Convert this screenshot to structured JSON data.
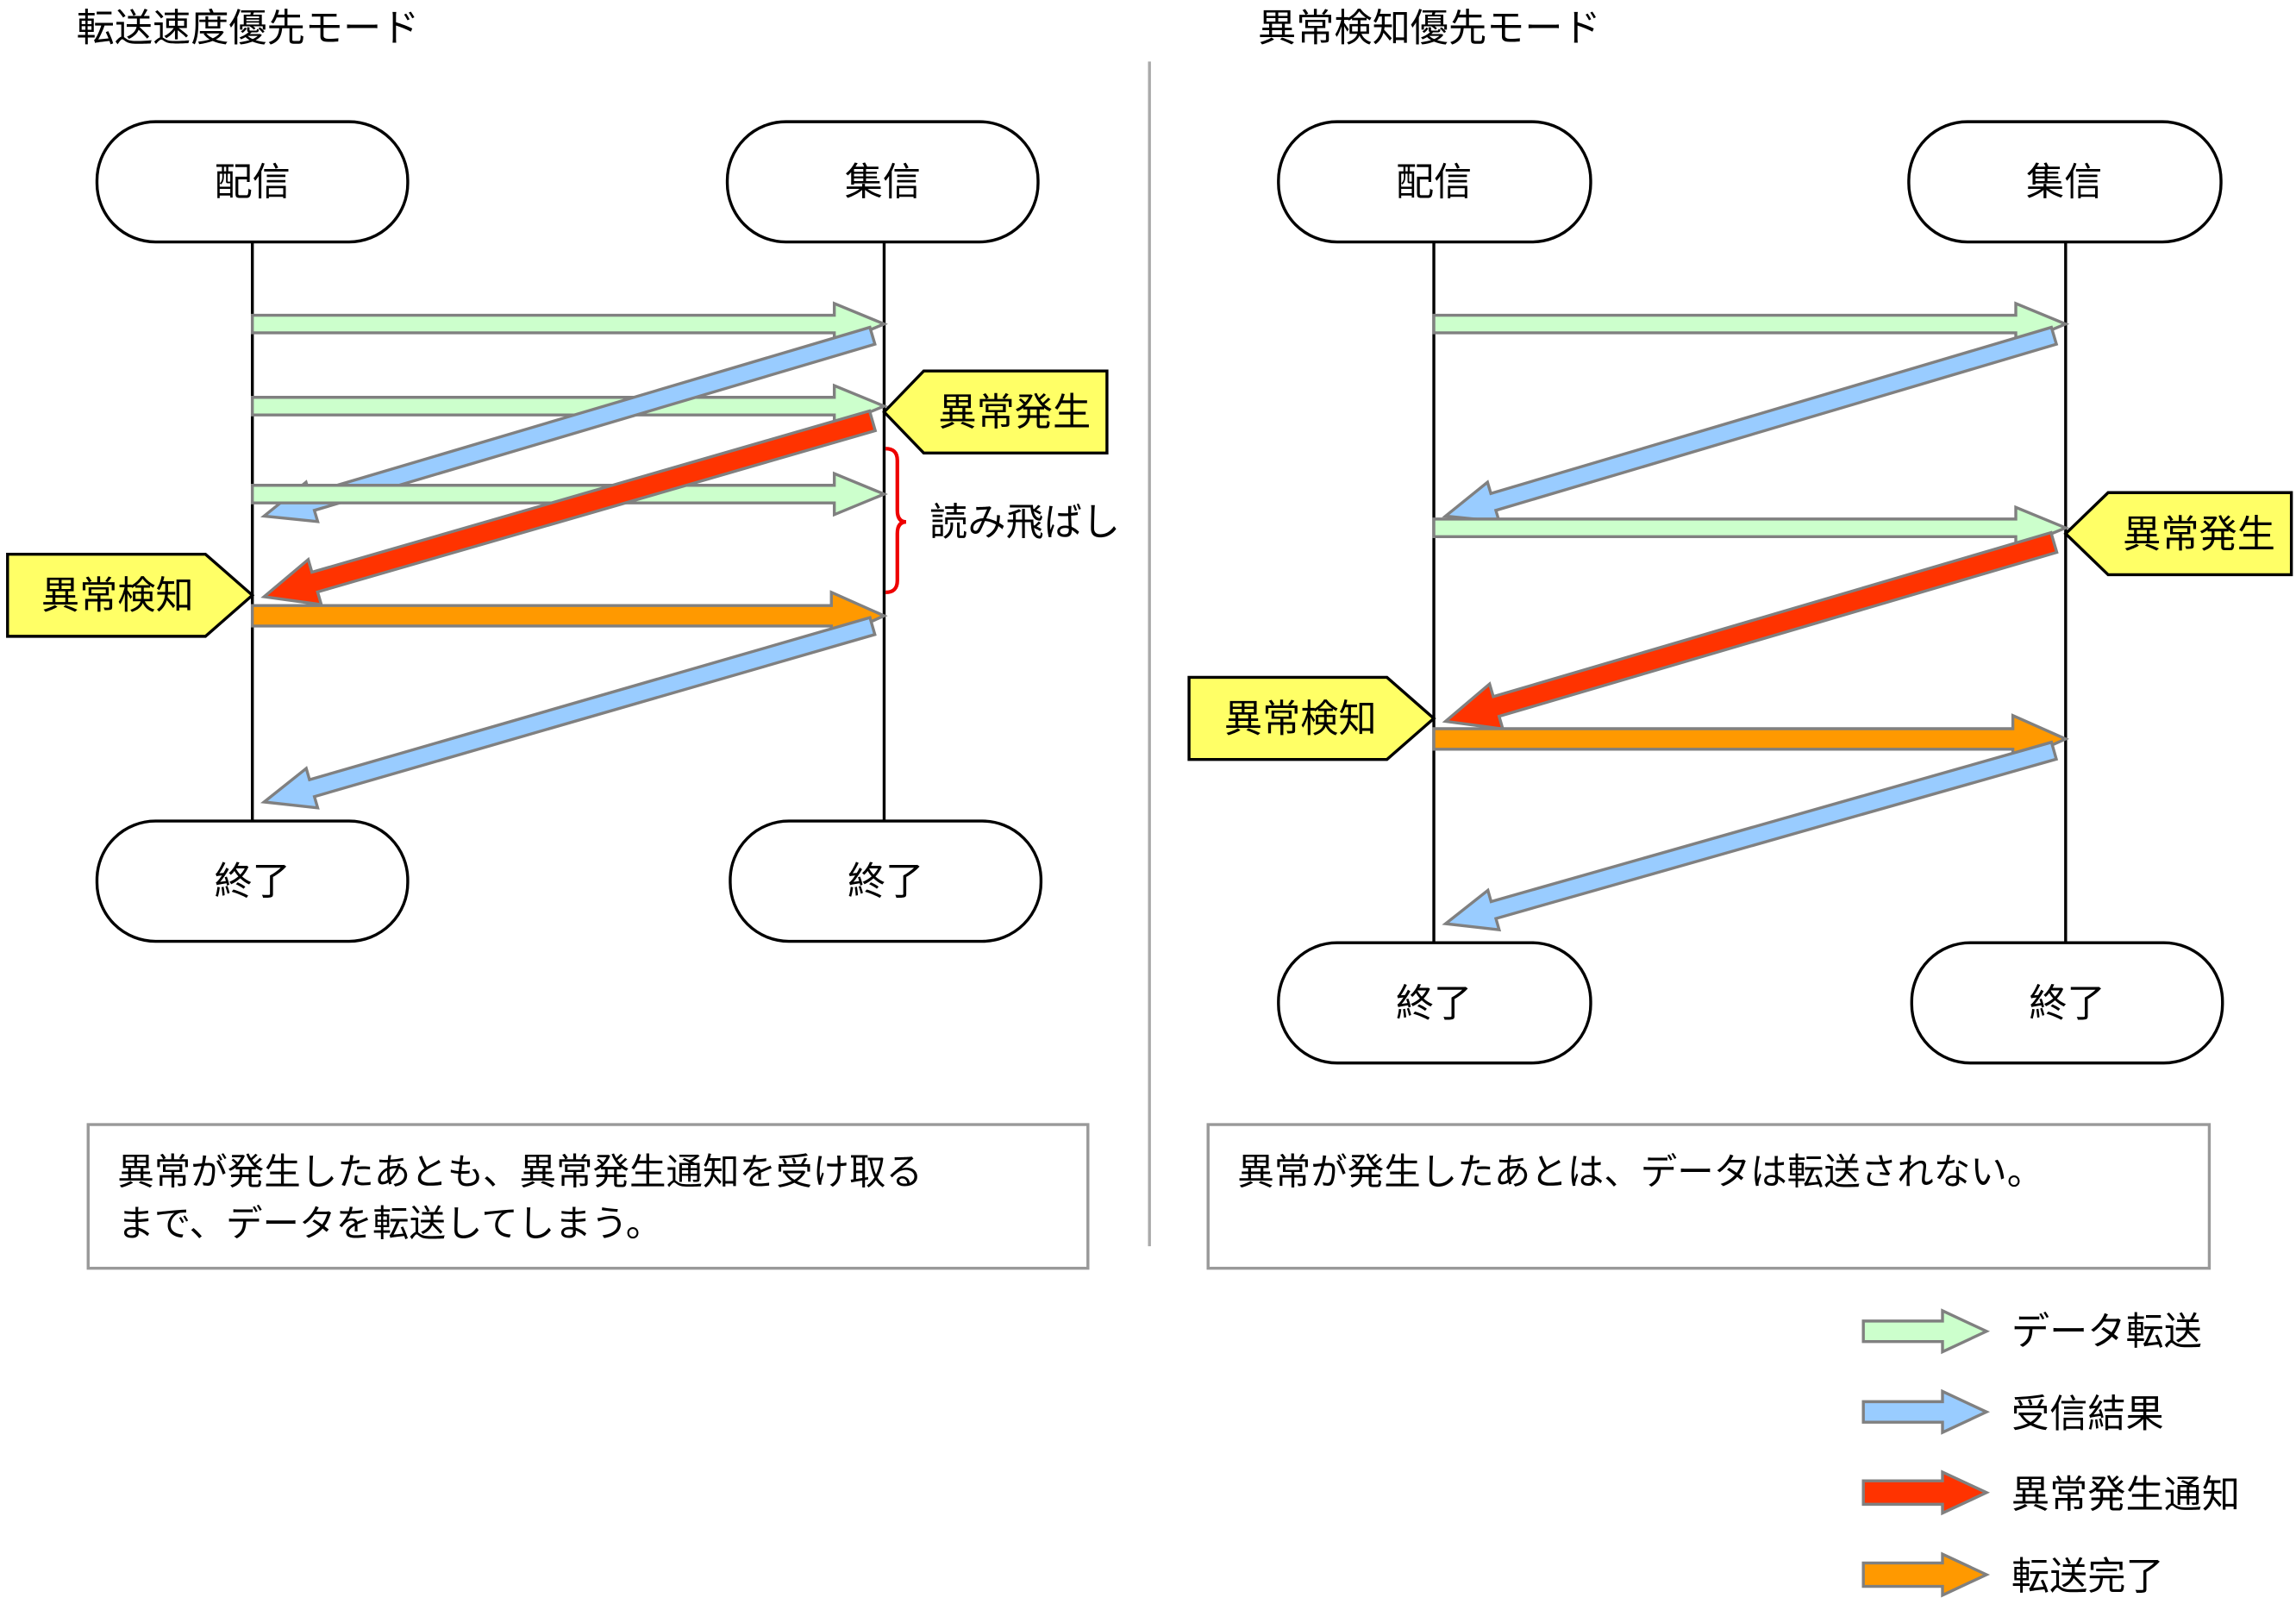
{
  "left": {
    "title": "転送速度優先モード",
    "sender": "配信",
    "receiver": "集信",
    "sender_end": "終了",
    "receiver_end": "終了",
    "anomaly_occur": "異常発生",
    "anomaly_detect": "異常検知",
    "skip_label": "読み飛ばし",
    "note_lines": [
      "異常が発生したあとも、異常発生通知を受け取る",
      "まで、データを転送してしまう。"
    ]
  },
  "right": {
    "title": "異常検知優先モード",
    "sender": "配信",
    "receiver": "集信",
    "sender_end": "終了",
    "receiver_end": "終了",
    "anomaly_occur": "異常発生",
    "anomaly_detect": "異常検知",
    "note_lines": [
      "異常が発生したあとは、データは転送されない。"
    ]
  },
  "legend": [
    {
      "label": "データ転送",
      "color": "#ccffcc"
    },
    {
      "label": "受信結果",
      "color": "#99ccff"
    },
    {
      "label": "異常発生通知",
      "color": "#ff3300"
    },
    {
      "label": "転送完了",
      "color": "#ff9900"
    }
  ],
  "colors": {
    "data": "#ccffcc",
    "result": "#99ccff",
    "alert": "#ff3300",
    "done": "#ff9900"
  }
}
